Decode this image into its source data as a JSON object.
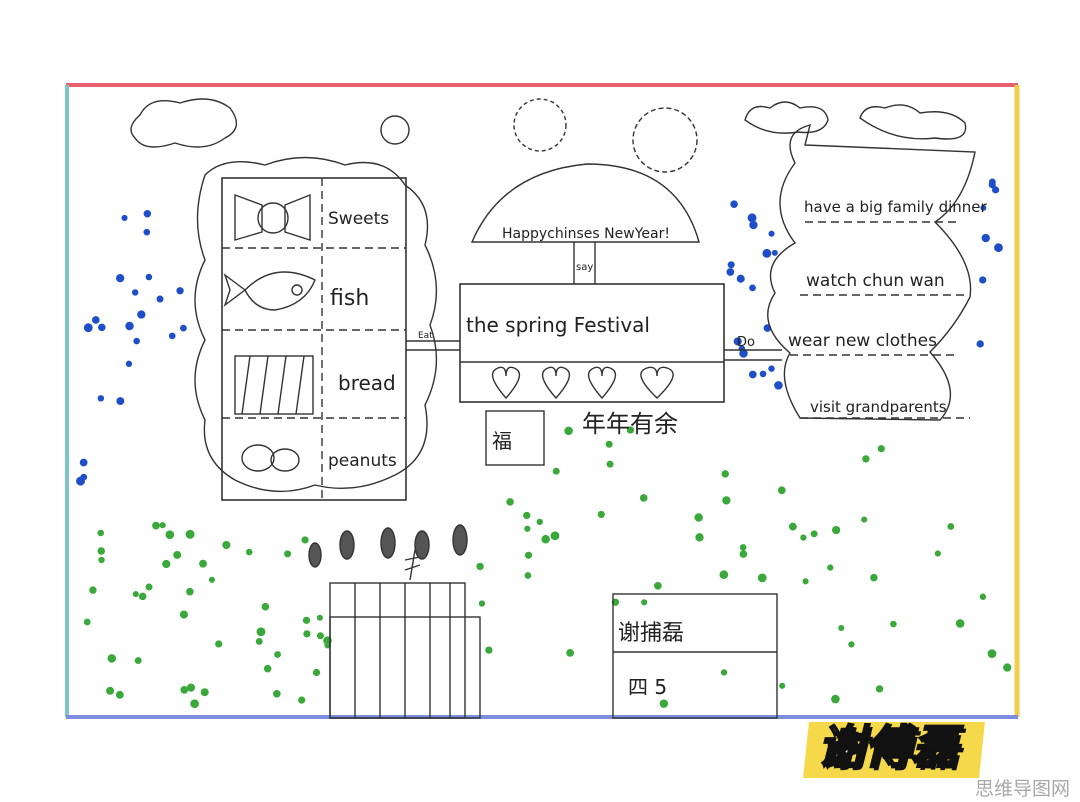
{
  "poster": {
    "greeting": "Happychinses NewYear!",
    "say_label": "say",
    "center_title": "the spring Festival",
    "eat_label": "Eat",
    "do_label": "Do",
    "fu_char": "福",
    "blessing": "年年有余",
    "eat_items": [
      {
        "label": "Sweets",
        "icon": "candy-icon"
      },
      {
        "label": "fish",
        "icon": "fish-icon"
      },
      {
        "label": "bread",
        "icon": "bread-icon"
      },
      {
        "label": "peanuts",
        "icon": "peanut-icon"
      }
    ],
    "do_items": [
      "have a big family dinner",
      "watch chun wan",
      "wear new clothes",
      "visit grandparents"
    ],
    "student_name": "谢捕磊",
    "class_label": "四 5"
  },
  "watermark": {
    "name": "谢傅磊",
    "site": "思维导图网"
  },
  "colors": {
    "frame_top": "#e8606e",
    "frame_left": "#7cc6c6",
    "frame_right": "#f2cc4a",
    "frame_bottom": "#7d8ee0",
    "dots_blue": "#1f4fc8",
    "dots_green": "#3aa83a"
  }
}
